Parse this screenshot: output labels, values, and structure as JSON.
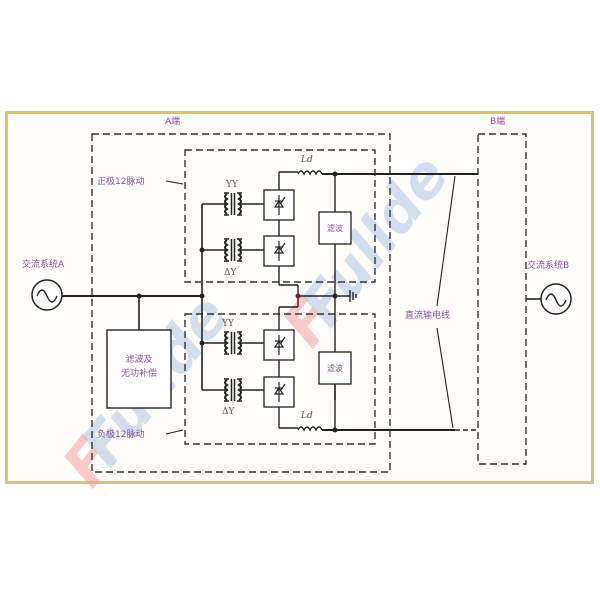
{
  "diagram": {
    "title_a_end": "A端",
    "title_b_end": "B端",
    "ac_system_a": "交流系统A",
    "ac_system_b": "交流系统B",
    "positive_pole": "正极12脉动",
    "negative_pole": "负极12脉动",
    "filter_comp": [
      "滤波及",
      "无功补偿"
    ],
    "filter_top": "滤波",
    "filter_bottom": "滤波",
    "dc_line": "直流输电线",
    "transformer_yy": "YY",
    "transformer_dy": "ΔY",
    "inductor": "Ld",
    "watermark": "Fullde"
  },
  "colors": {
    "frame": "#d7c27a",
    "line": "#222222",
    "label": "#8a4f98",
    "watermark_blue": "#9db8d8",
    "watermark_red": "#f2a0a0"
  }
}
